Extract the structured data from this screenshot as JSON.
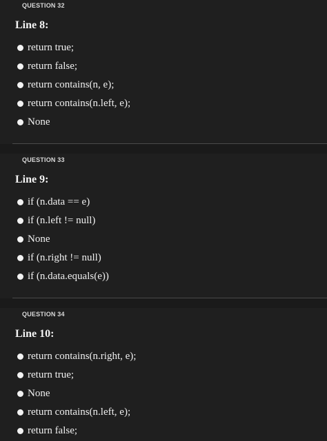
{
  "questions": [
    {
      "header": "QUESTION 32",
      "title": "Line 8:",
      "options": [
        "return true;",
        "return false;",
        "return contains(n, e);",
        "return contains(n.left, e);",
        "None"
      ]
    },
    {
      "header": "QUESTION 33",
      "title": "Line 9:",
      "options": [
        "if (n.data == e)",
        "if (n.left != null)",
        "None",
        "if (n.right != null)",
        "if (n.data.equals(e))"
      ]
    },
    {
      "header": "QUESTION 34",
      "title": "Line 10:",
      "options": [
        "return contains(n.right, e);",
        "return true;",
        "None",
        "return contains(n.left, e);",
        "return false;"
      ]
    }
  ]
}
